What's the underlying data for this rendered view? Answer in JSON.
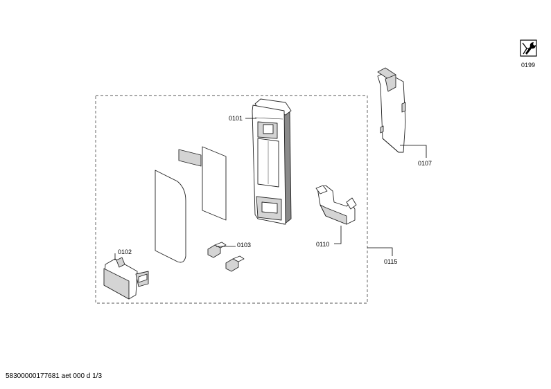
{
  "labels": {
    "p0101": "0101",
    "p0102": "0102",
    "p0103": "0103",
    "p0107": "0107",
    "p0110": "0110",
    "p0115": "0115",
    "p0199": "0199"
  },
  "icons": {
    "service_icon": "wrench-icon"
  },
  "footer": {
    "doc_id": "58300000177681 aet 000 d 1/3"
  }
}
